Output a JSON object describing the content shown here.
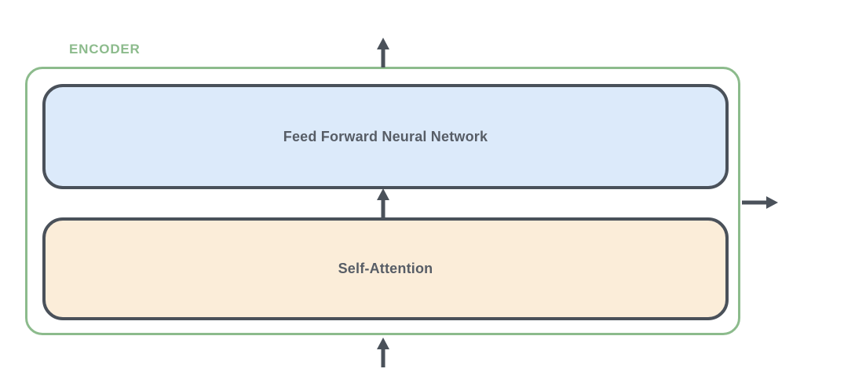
{
  "diagram": {
    "encoder": {
      "label": "ENCODER",
      "accent_color": "#8CBB8C"
    },
    "blocks": [
      {
        "name": "feed-forward",
        "label": "Feed Forward Neural Network",
        "fill_color": "#DCEAFA",
        "border_color": "#4A515A"
      },
      {
        "name": "self-attention",
        "label": "Self-Attention",
        "fill_color": "#FBEDD9",
        "border_color": "#4A515A"
      }
    ],
    "arrows": [
      {
        "name": "encoder-input-arrow",
        "direction": "up"
      },
      {
        "name": "self-attention-to-feed-forward-arrow",
        "direction": "up"
      },
      {
        "name": "encoder-output-top-arrow",
        "direction": "up"
      },
      {
        "name": "encoder-output-right-arrow",
        "direction": "right"
      }
    ],
    "colors": {
      "arrow_and_block_border": "#4A515A",
      "block_label_text": "#575D66",
      "background": "#FFFFFF"
    }
  }
}
